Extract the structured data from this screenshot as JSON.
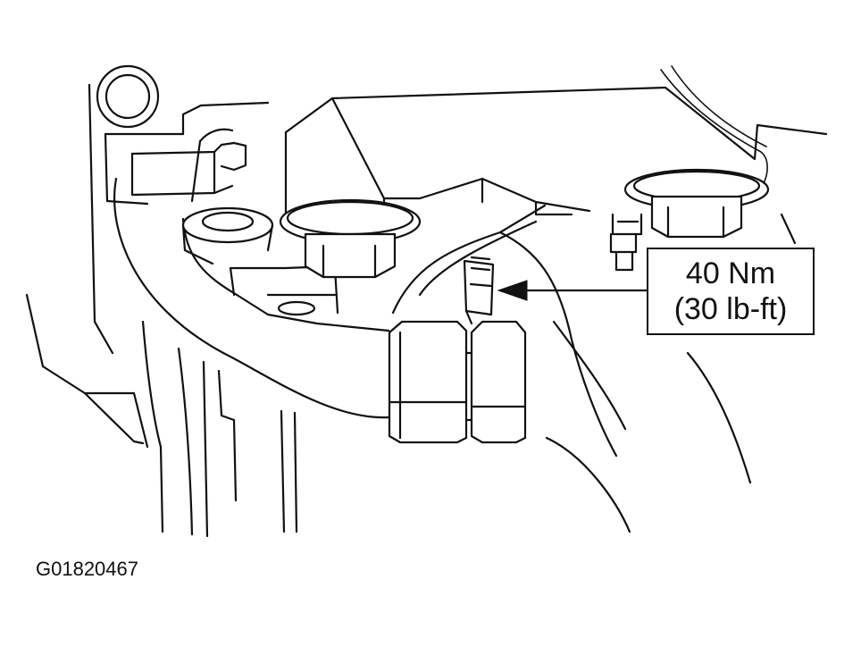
{
  "callout": {
    "torque_line": "40 Nm",
    "torque_alt_line": "(30 lb-ft)"
  },
  "figure_id": "G01820467",
  "colors": {
    "line": "#111111",
    "background": "#ffffff"
  }
}
